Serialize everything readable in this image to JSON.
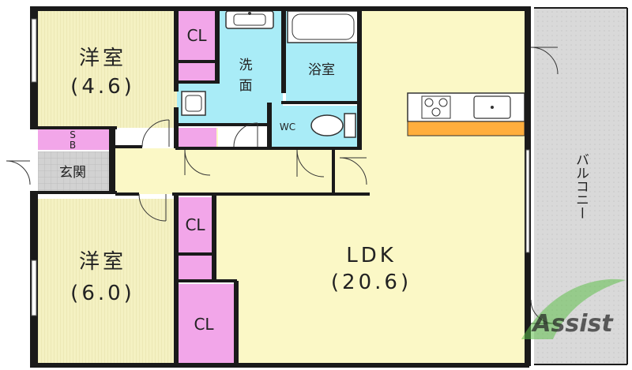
{
  "rooms": {
    "western_upper": {
      "name": "洋室",
      "size": "(4.6)"
    },
    "western_lower": {
      "name": "洋室",
      "size": "(6.0)"
    },
    "ldk": {
      "name": "LDK",
      "size": "(20.6)"
    },
    "closet_label": "CL",
    "washroom": {
      "line1": "洗",
      "line2": "面"
    },
    "bathroom": "浴室",
    "toilet": "WC",
    "shoebox": {
      "line1": "S",
      "line2": "B"
    },
    "entrance": "玄関",
    "balcony": "バルコニー"
  },
  "logo": {
    "text": "Assist"
  },
  "colors": {
    "western_room": "#f4f1c2",
    "ldk": "#fbf8c6",
    "closet": "#f2a6e9",
    "wet_area": "#a9ecf7",
    "hall": "#fbf8c6",
    "entrance": "#cfcfcf",
    "balcony": "#d9d9d9",
    "counter": "#ffae3d",
    "wall": "#1a1a1a"
  }
}
